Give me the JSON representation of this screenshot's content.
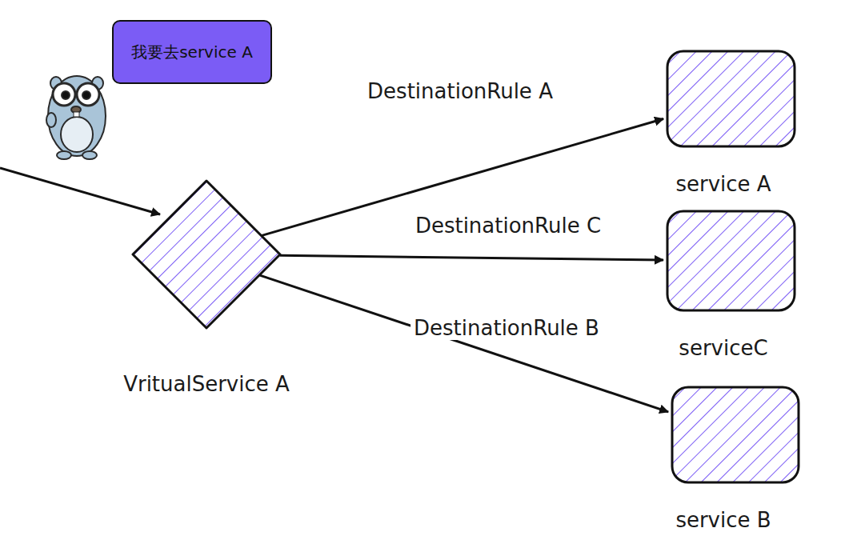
{
  "diagram": {
    "nodes": [
      {
        "text": [
          "我要去service A"
        ]
      },
      {
        "text": [
          "VritualService A"
        ]
      },
      {
        "text": [
          "service A"
        ]
      },
      {
        "text": [
          "serviceC"
        ]
      },
      {
        "text": [
          "service B"
        ]
      }
    ],
    "edges": [
      {
        "from": 1,
        "to": 2,
        "arrow": "to",
        "label": "DestinationRule A"
      },
      {
        "from": 1,
        "to": 3,
        "arrow": "to",
        "label": "DestinationRule C"
      },
      {
        "from": 1,
        "to": 4,
        "arrow": "to",
        "label": "DestinationRule B"
      }
    ]
  }
}
